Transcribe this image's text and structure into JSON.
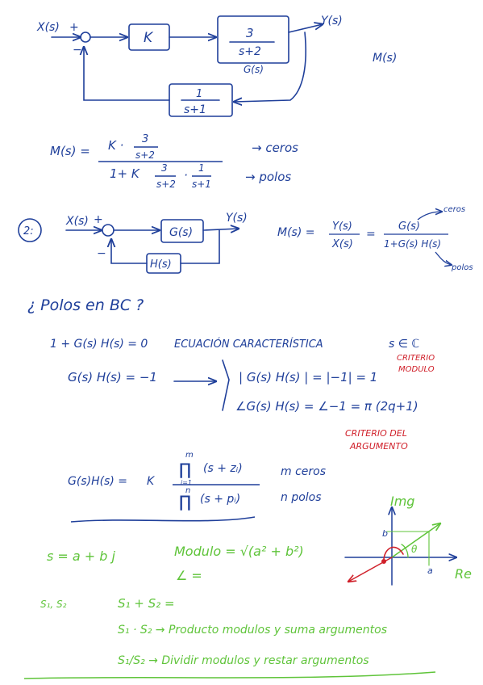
{
  "colors": {
    "ink": "#1f3f9a",
    "red": "#d0202a",
    "green": "#5fc43a"
  },
  "diagram1": {
    "input": "X(s)",
    "plus": "+",
    "minus": "−",
    "gain": "K",
    "plant": {
      "num": "3",
      "den": "s+2",
      "name": "G(s)"
    },
    "feedback": {
      "num": "1",
      "den": "s+1"
    },
    "output": "Y(s)",
    "label_m": "M(s)"
  },
  "eq1": {
    "lhs": "M(s) =",
    "num_k": "K ·",
    "num_n": "3",
    "num_d": "s+2",
    "den_a": "1+ K",
    "den_n1": "3",
    "den_d1": "s+2",
    "dot": "·",
    "den_n2": "1",
    "den_d2": "s+1",
    "zeros_note": "→ ceros",
    "poles_note": "→ polos"
  },
  "diagram2": {
    "number": "2:",
    "input": "X(s)",
    "plus": "+",
    "minus": "−",
    "forward": "G(s)",
    "feedback": "H(s)",
    "output": "Y(s)",
    "m_lhs": "M(s) =",
    "yx_num": "Y(s)",
    "yx_den": "X(s)",
    "eq": "=",
    "g_num": "G(s)",
    "g_den": "1+G(s) H(s)",
    "ceros_note": "ceros",
    "polos_note": "polos"
  },
  "question": "¿ Polos en BC ?",
  "char_eq": {
    "eq": "1 + G(s) H(s) = 0",
    "title": "ECUACIÓN CARACTERÍSTICA",
    "set": "s ∈ ℂ"
  },
  "gh": {
    "eq": "G(s) H(s) = −1"
  },
  "modulo": {
    "eq": "| G(s) H(s) |  =  |−1| = 1",
    "crit_line1": "CRITERIO",
    "crit_line2": "MODULO"
  },
  "argumento": {
    "eq": "∠G(s) H(s)  =  ∠−1  =  π (2q+1)",
    "crit_line1": "CRITERIO DEL",
    "crit_line2": "ARGUMENTO"
  },
  "product": {
    "lhs": "G(s)H(s) =",
    "k": "K",
    "top_limit": "m",
    "bottom_idx": "i=1",
    "num_term": "(s + zᵢ)",
    "bottom_limit_n": "n",
    "den_term": "(s + pᵢ)",
    "zeros_label": "m ceros",
    "poles_label": "n polos"
  },
  "complex": {
    "s_def": "s = a + b j",
    "mod_eq": "Modulo = √(a² + b²)",
    "angle_eq": "∠ ="
  },
  "plane": {
    "im": "Img",
    "re": "Re",
    "b": "b",
    "a": "a",
    "theta": "θ"
  },
  "ops": {
    "vars": "S₁, S₂",
    "sum": "S₁ + S₂ =",
    "prod": "S₁ · S₂  →  Producto modulos y suma argumentos",
    "div": "S₁/S₂  →  Dividir modulos y restar argumentos"
  }
}
